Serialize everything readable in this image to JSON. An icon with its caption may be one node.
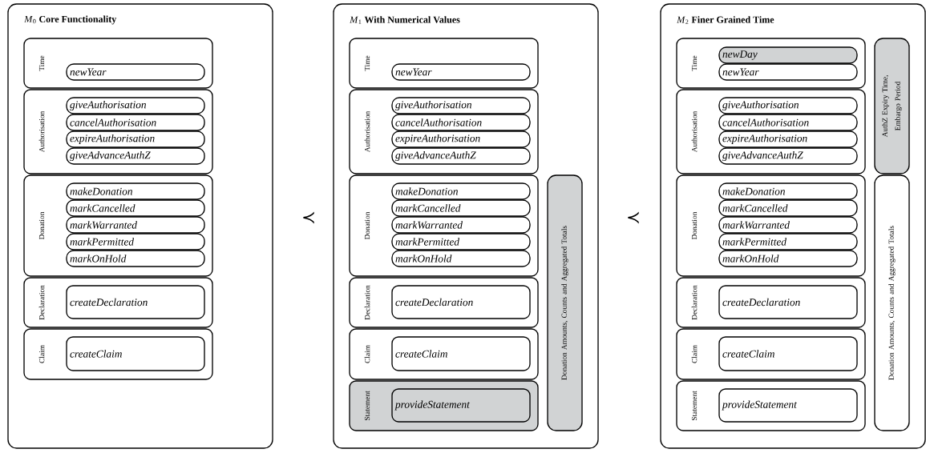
{
  "diagram": {
    "nodes": [
      {
        "text": [
          "*M*$_{0}$ **Core Functionality**"
        ]
      },
      {
        "text": [
          "Time"
        ],
        "in": 0
      },
      {
        "text": [
          "newYear"
        ],
        "in": 1
      },
      {
        "text": [
          "Authorisation"
        ],
        "in": 0
      },
      {
        "text": [
          "giveAuthorisation"
        ],
        "in": 3
      },
      {
        "text": [
          "cancelAuthorisation"
        ],
        "in": 3
      },
      {
        "text": [
          "expireAuthorisation"
        ],
        "in": 3
      },
      {
        "text": [
          "giveAdvanceAuthZ"
        ],
        "in": 3
      },
      {
        "text": [
          "Donation"
        ],
        "in": 0
      },
      {
        "text": [
          "makeDonation"
        ],
        "in": 8
      },
      {
        "text": [
          "markCancelled"
        ],
        "in": 8
      },
      {
        "text": [
          "markWarranted"
        ],
        "in": 8
      },
      {
        "text": [
          "markPermitted"
        ],
        "in": 8
      },
      {
        "text": [
          "markOnHold"
        ],
        "in": 8
      },
      {
        "text": [
          "Declaration"
        ],
        "in": 0
      },
      {
        "text": [
          "createDeclaration"
        ],
        "in": 14
      },
      {
        "text": [
          "Claim"
        ],
        "in": 0
      },
      {
        "text": [
          "createClaim"
        ],
        "in": 16
      },
      {
        "text": [
          "*M*$_{1}$ **With Numerical Values**"
        ]
      },
      {
        "text": [
          "Time"
        ],
        "in": 18
      },
      {
        "text": [
          "newYear"
        ],
        "in": 19
      },
      {
        "text": [
          "Authorisation"
        ],
        "in": 18
      },
      {
        "text": [
          "giveAuthorisation"
        ],
        "in": 21
      },
      {
        "text": [
          "cancelAuthorisation"
        ],
        "in": 21
      },
      {
        "text": [
          "expireAuthorisation"
        ],
        "in": 21
      },
      {
        "text": [
          "giveAdvanceAuthZ"
        ],
        "in": 21
      },
      {
        "text": [
          "Donation"
        ],
        "in": 18
      },
      {
        "text": [
          "makeDonation"
        ],
        "in": 26
      },
      {
        "text": [
          "markCancelled"
        ],
        "in": 26
      },
      {
        "text": [
          "markWarranted"
        ],
        "in": 26
      },
      {
        "text": [
          "markPermitted"
        ],
        "in": 26
      },
      {
        "text": [
          "markOnHold"
        ],
        "in": 26
      },
      {
        "text": [
          "Declaration"
        ],
        "in": 18
      },
      {
        "text": [
          "createDeclaration"
        ],
        "in": 32
      },
      {
        "text": [
          "Claim"
        ],
        "in": 18
      },
      {
        "text": [
          "createClaim"
        ],
        "in": 34
      },
      {
        "text": [
          "Statement"
        ],
        "in": 18
      },
      {
        "text": [
          "provideStatement"
        ],
        "in": 36
      },
      {
        "text": [
          "Donation Amounts, Counts and Aggregated Totals"
        ],
        "in": 18
      },
      {
        "text": [
          "*M*$_{2}$ **Finer Grained Time**"
        ]
      },
      {
        "text": [
          "Time"
        ],
        "in": 39
      },
      {
        "text": [
          "newDay"
        ],
        "in": 40
      },
      {
        "text": [
          "newYear"
        ],
        "in": 40
      },
      {
        "text": [
          "Authorisation"
        ],
        "in": 39
      },
      {
        "text": [
          "giveAuthorisation"
        ],
        "in": 43
      },
      {
        "text": [
          "cancelAuthorisation"
        ],
        "in": 43
      },
      {
        "text": [
          "expireAuthorisation"
        ],
        "in": 43
      },
      {
        "text": [
          "giveAdvanceAuthZ"
        ],
        "in": 43
      },
      {
        "text": [
          "Donation"
        ],
        "in": 39
      },
      {
        "text": [
          "makeDonation"
        ],
        "in": 48
      },
      {
        "text": [
          "markCancelled"
        ],
        "in": 48
      },
      {
        "text": [
          "markWarranted"
        ],
        "in": 48
      },
      {
        "text": [
          "markPermitted"
        ],
        "in": 48
      },
      {
        "text": [
          "markOnHold"
        ],
        "in": 48
      },
      {
        "text": [
          "Declaration"
        ],
        "in": 39
      },
      {
        "text": [
          "createDeclaration"
        ],
        "in": 54
      },
      {
        "text": [
          "Claim"
        ],
        "in": 39
      },
      {
        "text": [
          "createClaim"
        ],
        "in": 56
      },
      {
        "text": [
          "Statement"
        ],
        "in": 39
      },
      {
        "text": [
          "provideStatement"
        ],
        "in": 58
      },
      {
        "text": [
          "AuthZ Expiry Time, Embargo Period"
        ],
        "in": 39
      },
      {
        "text": [
          "Donation Amounts, Counts and Aggregated Totals"
        ],
        "in": 39
      }
    ],
    "labels": [
      "≺",
      "≺"
    ]
  }
}
